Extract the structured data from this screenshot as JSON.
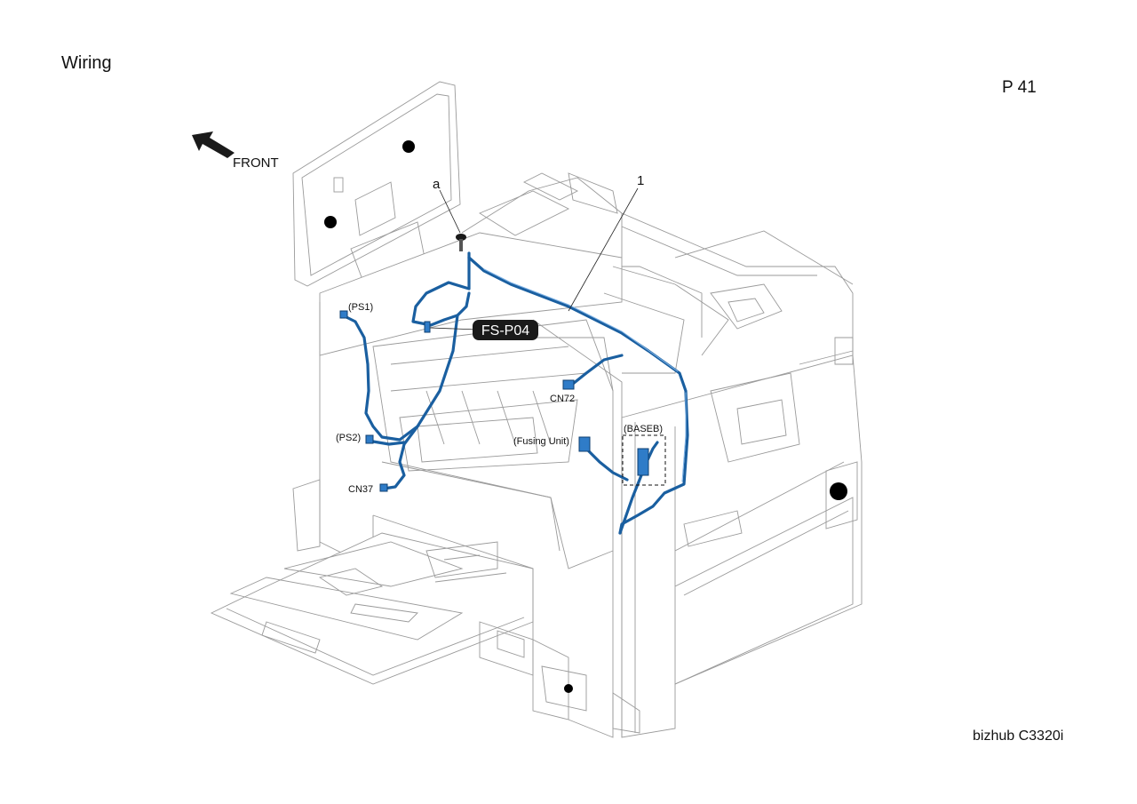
{
  "header": {
    "title": "Wiring",
    "page": "P 41"
  },
  "footer": {
    "model": "bizhub C3320i"
  },
  "diagram": {
    "orientation_label": "FRONT",
    "callouts": {
      "screw": "a",
      "harness": "1",
      "connector_tag": "FS-P04",
      "ps1": "(PS1)",
      "ps2": "(PS2)",
      "cn37": "CN37",
      "cn72": "CN72",
      "fusing": "(Fusing Unit)",
      "baseb": "(BASEB)"
    },
    "colors": {
      "harness": "#1a5fa0",
      "tag_background": "#1a1a1a",
      "frame": "#9a9a9a"
    },
    "icons": [
      "front-arrow-icon",
      "screw-icon",
      "connector-icon"
    ]
  }
}
